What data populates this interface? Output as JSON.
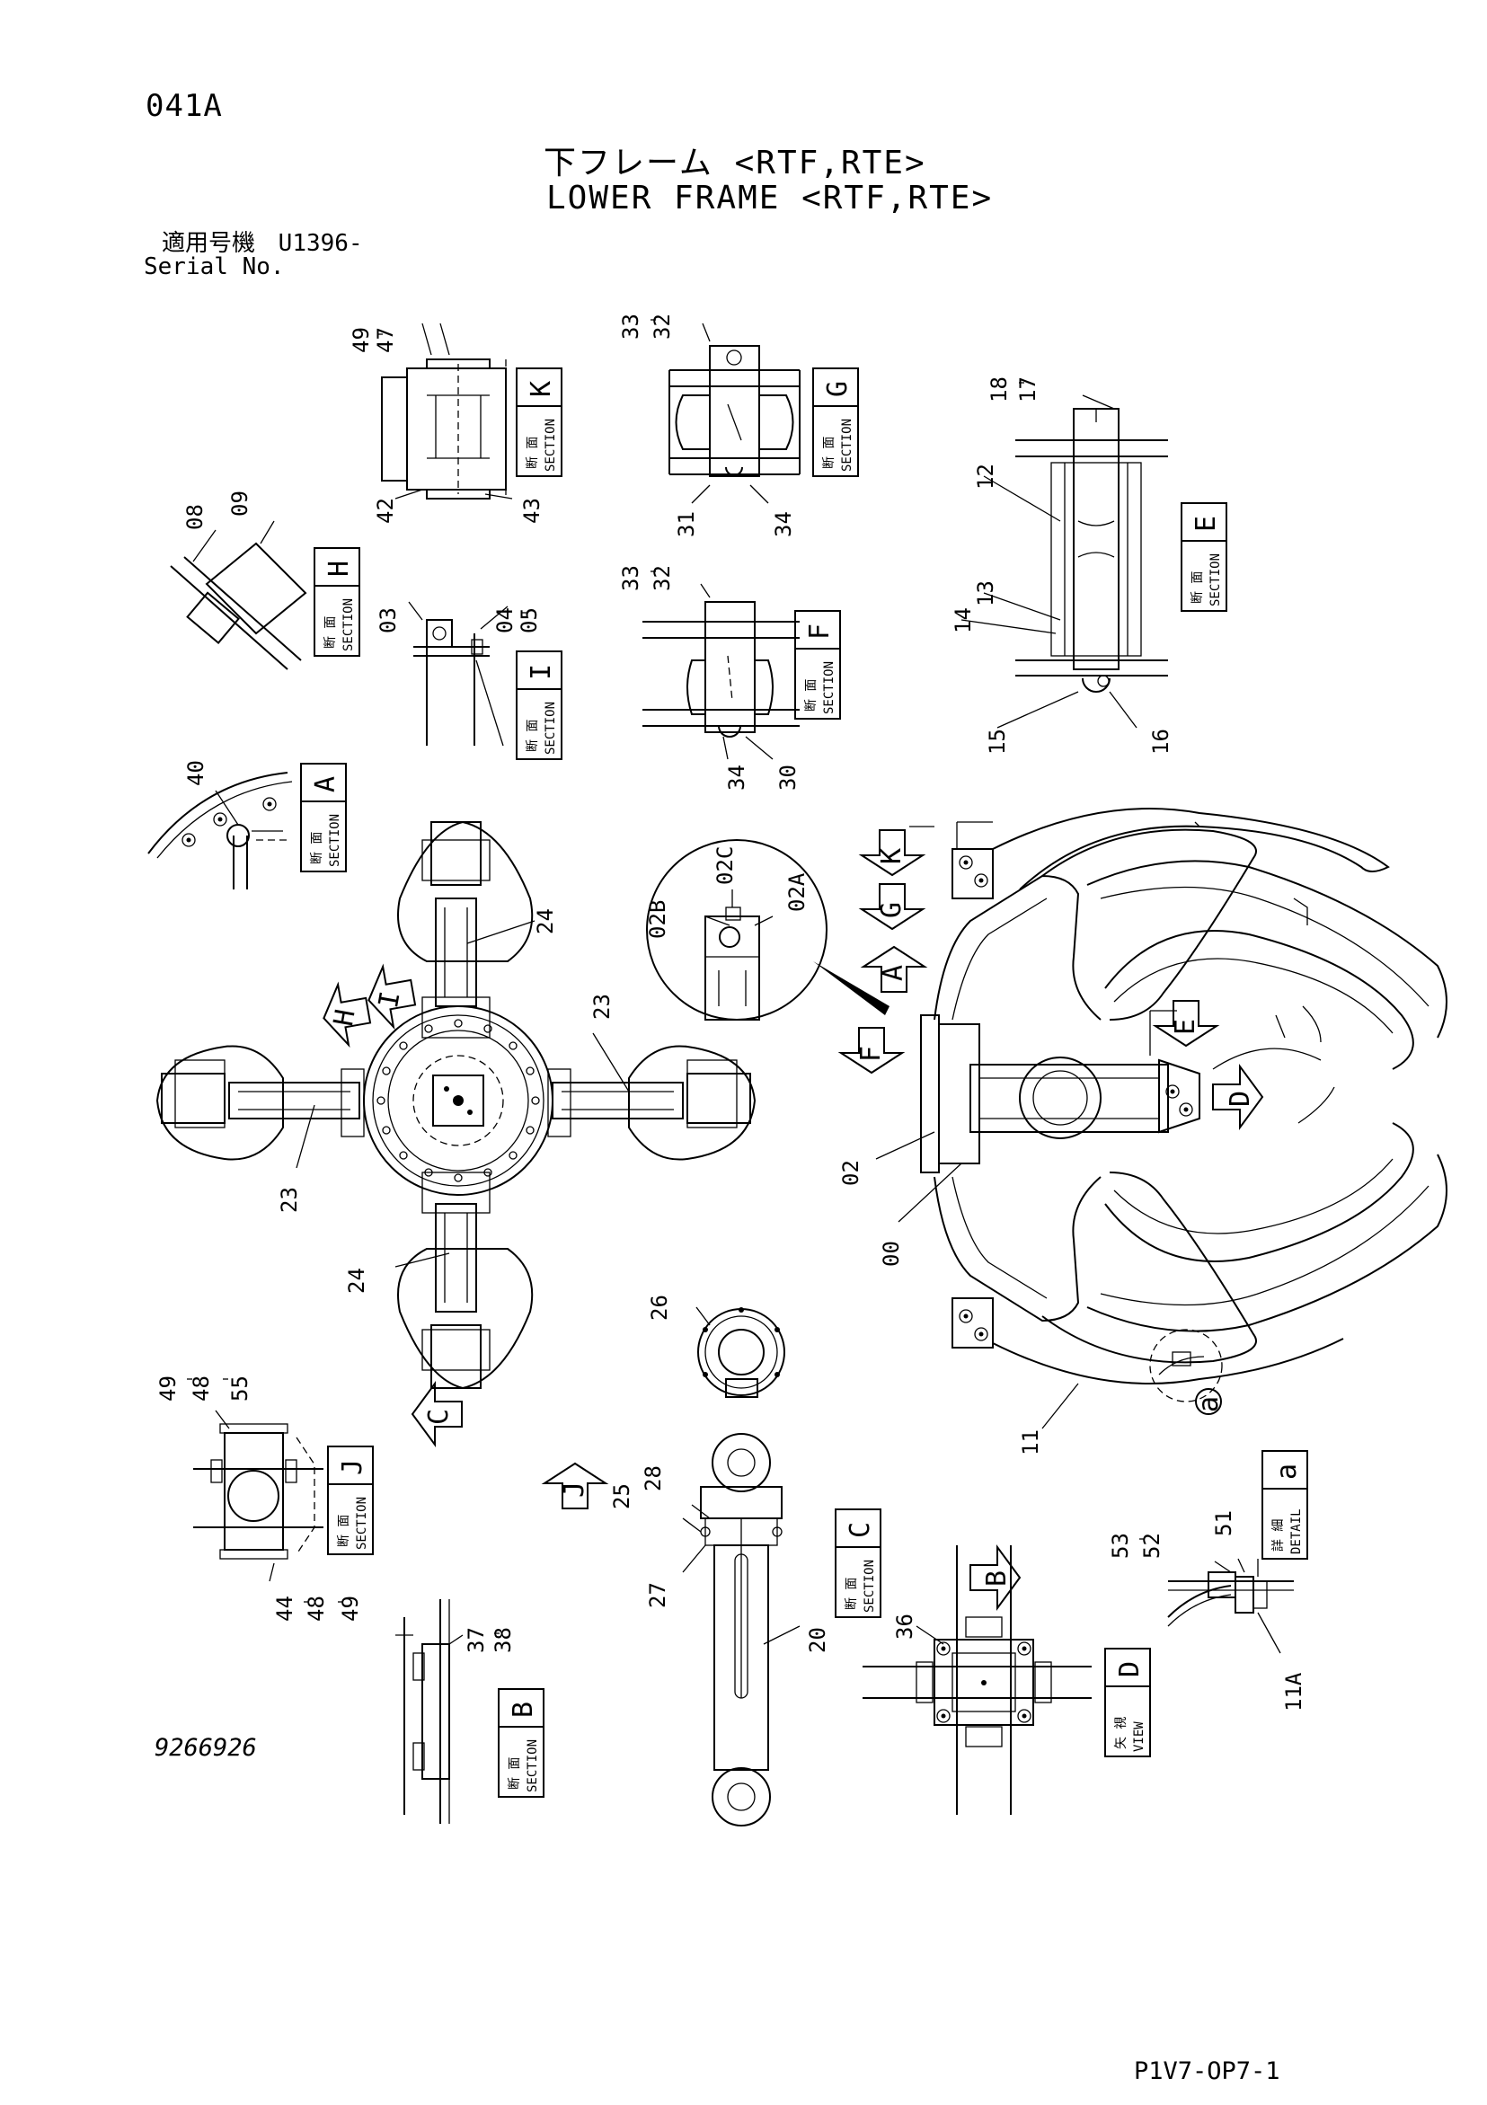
{
  "header": {
    "page_code": "041A",
    "title_jp": "下フレーム <RTF,RTE>",
    "title_en": "LOWER FRAME <RTF,RTE>",
    "serial_label_jp": "適用号機",
    "serial_value": "U1396-",
    "serial_label_en": "Serial No."
  },
  "footer": {
    "drawing_number": "9266926",
    "sheet_code": "P1V7-OP7-1"
  },
  "section_boxes": [
    {
      "id": "K",
      "jp": "断 面",
      "en": "SECTION"
    },
    {
      "id": "G",
      "jp": "断 面",
      "en": "SECTION"
    },
    {
      "id": "E",
      "jp": "断 面",
      "en": "SECTION"
    },
    {
      "id": "H",
      "jp": "断 面",
      "en": "SECTION"
    },
    {
      "id": "I",
      "jp": "断 面",
      "en": "SECTION"
    },
    {
      "id": "F",
      "jp": "断 面",
      "en": "SECTION"
    },
    {
      "id": "A",
      "jp": "断 面",
      "en": "SECTION"
    },
    {
      "id": "J",
      "jp": "断 面",
      "en": "SECTION"
    },
    {
      "id": "C",
      "jp": "断 面",
      "en": "SECTION"
    },
    {
      "id": "B",
      "jp": "断 面",
      "en": "SECTION"
    },
    {
      "id": "a",
      "jp": "詳 細",
      "en": "DETAIL"
    },
    {
      "id": "D",
      "jp": "矢 視",
      "en": "VIEW"
    }
  ],
  "arrow_letters": [
    "K",
    "G",
    "A",
    "E",
    "D",
    "F",
    "H",
    "I",
    "C",
    "J",
    "B",
    "a"
  ],
  "part_labels": {
    "p49a": "49",
    "p47": "47",
    "p42": "42",
    "p43": "43",
    "p33a": "33",
    "p32a": "32",
    "p31": "31",
    "p34a": "34",
    "p18": "18",
    "p17": "17",
    "p12": "12",
    "p13": "13",
    "p14": "14",
    "p15": "15",
    "p16": "16",
    "p08": "08",
    "p09": "09",
    "p03": "03",
    "p04": "04",
    "p05": "05",
    "p33b": "33",
    "p32b": "32",
    "p34b": "34",
    "p30": "30",
    "p40": "40",
    "p02B": "02B",
    "p02C": "02C",
    "p02A": "02A",
    "p24a": "24",
    "p23a": "23",
    "p23b": "23",
    "p24b": "24",
    "p02": "02",
    "p00": "00",
    "p26": "26",
    "p11": "11",
    "p49b": "49",
    "p48a": "48",
    "p55": "55",
    "p44": "44",
    "p48b": "48",
    "p49c": "49",
    "p25": "25",
    "p28": "28",
    "p27": "27",
    "p20": "20",
    "p37": "37",
    "p38": "38",
    "p36": "36",
    "p53": "53",
    "p52": "52",
    "p51": "51",
    "p11A": "11A"
  }
}
